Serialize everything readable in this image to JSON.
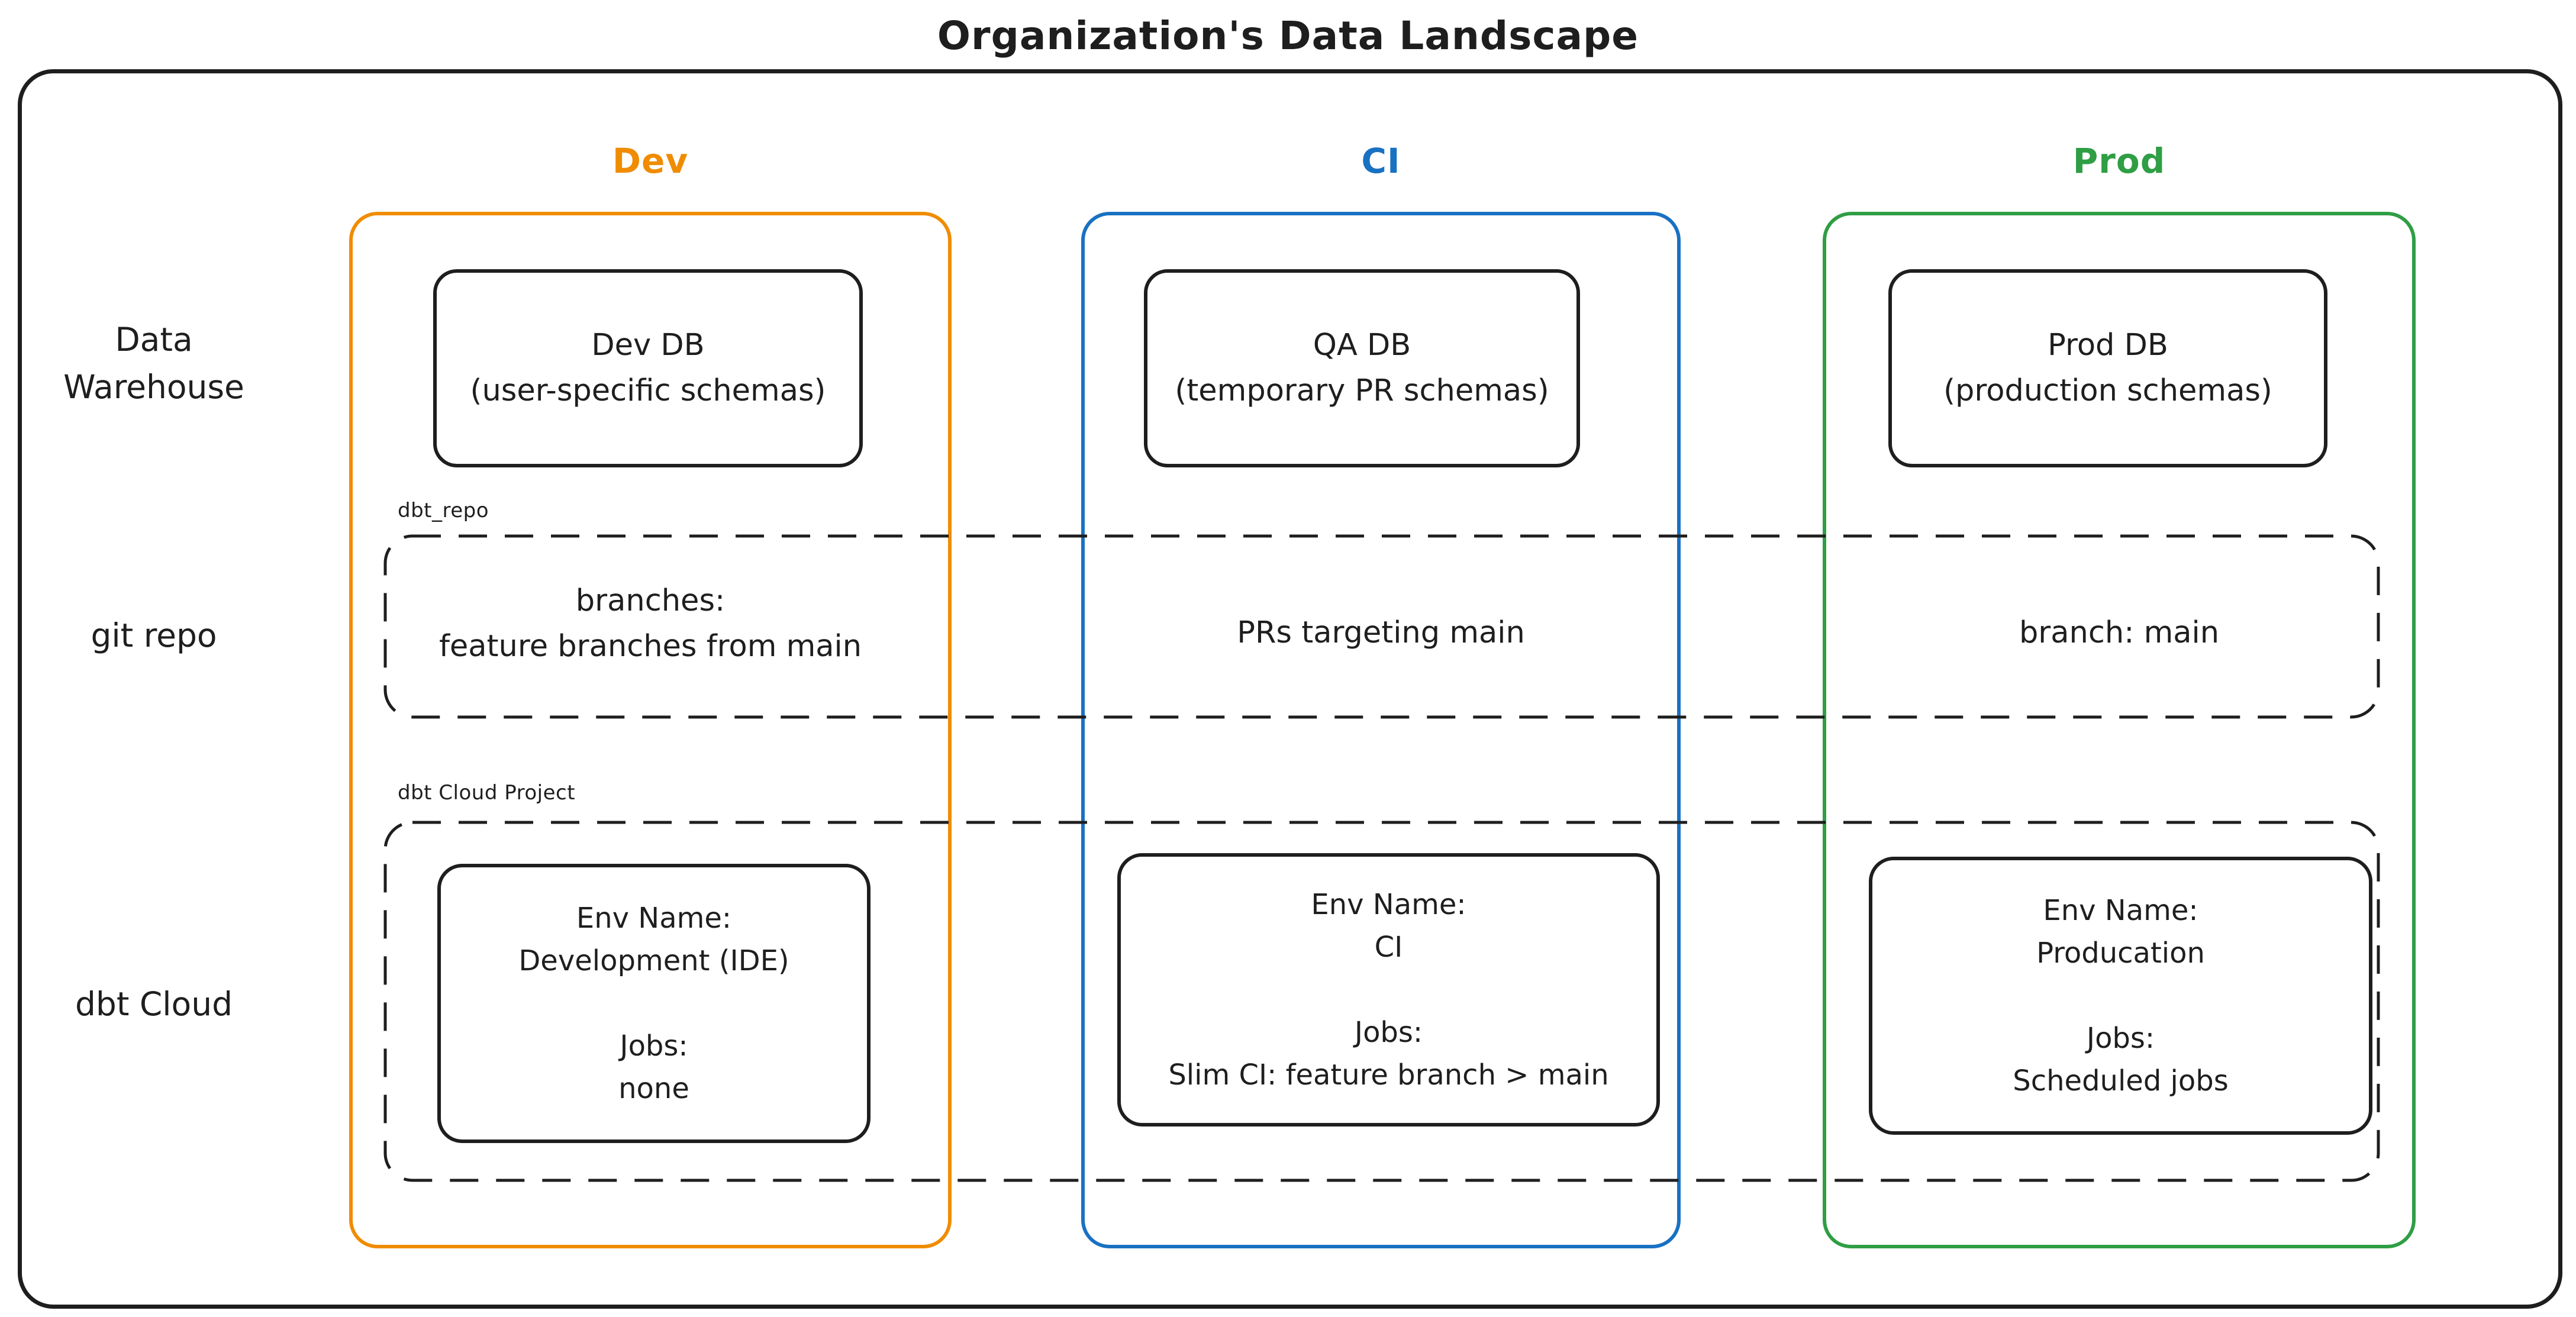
{
  "title": "Organization's Data Landscape",
  "colors": {
    "ink": "#1e1e1e",
    "dev_accent": "#f08c00",
    "ci_accent": "#1971c2",
    "prod_accent": "#2f9e44",
    "background": "#ffffff"
  },
  "rows": [
    {
      "id": "data-warehouse",
      "label": "Data\nWarehouse"
    },
    {
      "id": "git-repo",
      "label": "git repo"
    },
    {
      "id": "dbt-cloud",
      "label": "dbt Cloud"
    }
  ],
  "group_labels": {
    "git_repo_group": "dbt_repo",
    "dbt_cloud_group": "dbt Cloud Project"
  },
  "columns": [
    {
      "id": "dev",
      "label": "Dev",
      "db_box": "Dev DB\n(user-specific schemas)",
      "git_cell": "branches:\nfeature branches from main",
      "env_box": "Env Name:\nDevelopment (IDE)\n\nJobs:\nnone"
    },
    {
      "id": "ci",
      "label": "CI",
      "db_box": "QA DB\n(temporary PR schemas)",
      "git_cell": "PRs targeting main",
      "env_box": "Env Name:\nCI\n\nJobs:\nSlim CI: feature branch > main"
    },
    {
      "id": "prod",
      "label": "Prod",
      "db_box": "Prod DB\n(production schemas)",
      "git_cell": "branch: main",
      "env_box": "Env Name:\nProducation\n\nJobs:\nScheduled jobs"
    }
  ]
}
